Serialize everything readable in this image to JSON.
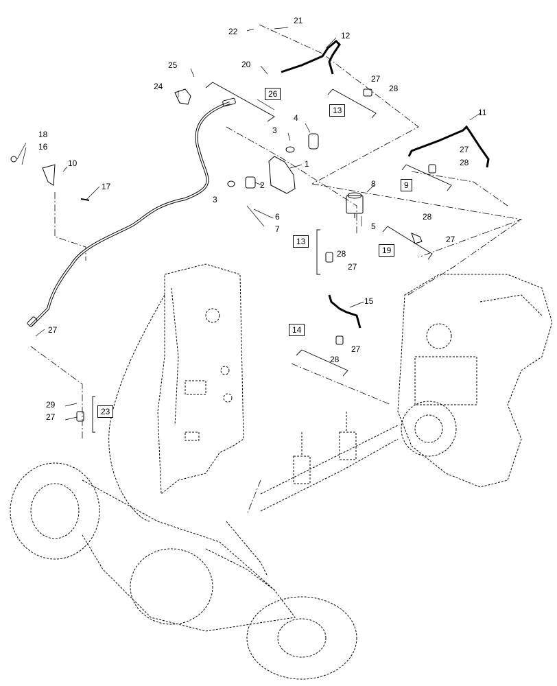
{
  "callouts": {
    "c1": "1",
    "c2": "2",
    "c3a": "3",
    "c3b": "3",
    "c4": "4",
    "c5": "5",
    "c6": "6",
    "c7": "7",
    "c8": "8",
    "c10": "10",
    "c11": "11",
    "c12": "12",
    "c15": "15",
    "c16": "16",
    "c17": "17",
    "c18": "18",
    "c20": "20",
    "c21": "21",
    "c22": "22",
    "c24": "24",
    "c25": "25",
    "c27a": "27",
    "c27b": "27",
    "c27c": "27",
    "c27d": "27",
    "c27e": "27",
    "c27f": "27",
    "c27g": "27",
    "c28a": "28",
    "c28b": "28",
    "c28c": "28",
    "c28d": "28",
    "c28e": "28",
    "c29": "29"
  },
  "kits": {
    "k9": "9",
    "k13a": "13",
    "k13b": "13",
    "k14": "14",
    "k19": "19",
    "k23": "23",
    "k26": "26"
  }
}
